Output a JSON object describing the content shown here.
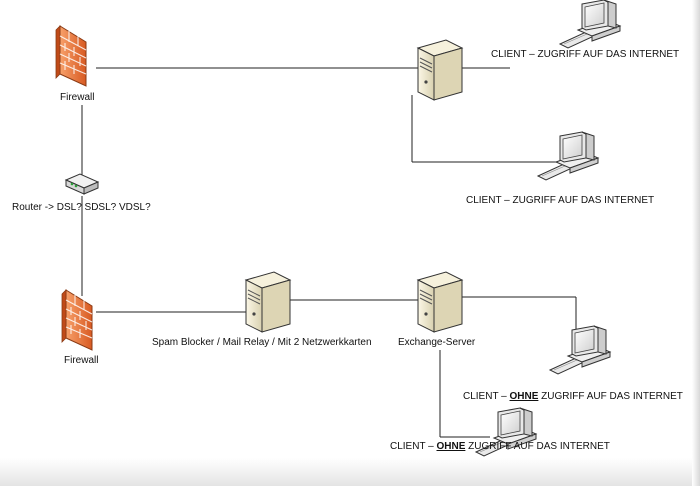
{
  "labels": {
    "firewall_top": "Firewall",
    "router": "Router -> DSL? SDSL? VDSL?",
    "firewall_bottom": "Firewall",
    "spam_blocker": "Spam Blocker / Mail Relay / Mit 2 Netzwerkkarten",
    "exchange_server": "Exchange-Server",
    "client_internet_1": "CLIENT – ZUGRIFF AUF DAS INTERNET",
    "client_internet_2": "CLIENT – ZUGRIFF AUF DAS INTERNET",
    "client_no_internet_1": {
      "prefix": "CLIENT – ",
      "emphasis": "OHNE",
      "suffix": " ZUGRIFF AUF DAS INTERNET"
    },
    "client_no_internet_2": {
      "prefix": "CLIENT – ",
      "emphasis": "OHNE",
      "suffix": " ZUGRIFF AUF DAS INTERNET"
    }
  },
  "icons": {
    "firewall": "firewall-brick-wall-icon",
    "router": "router-icon",
    "server": "server-tower-icon",
    "client": "desktop-computer-icon"
  },
  "colors": {
    "firewall_brick": "#e8743a",
    "server_body": "#ece6cf",
    "client_body": "#f2f2f2",
    "connection_line": "#222222"
  }
}
